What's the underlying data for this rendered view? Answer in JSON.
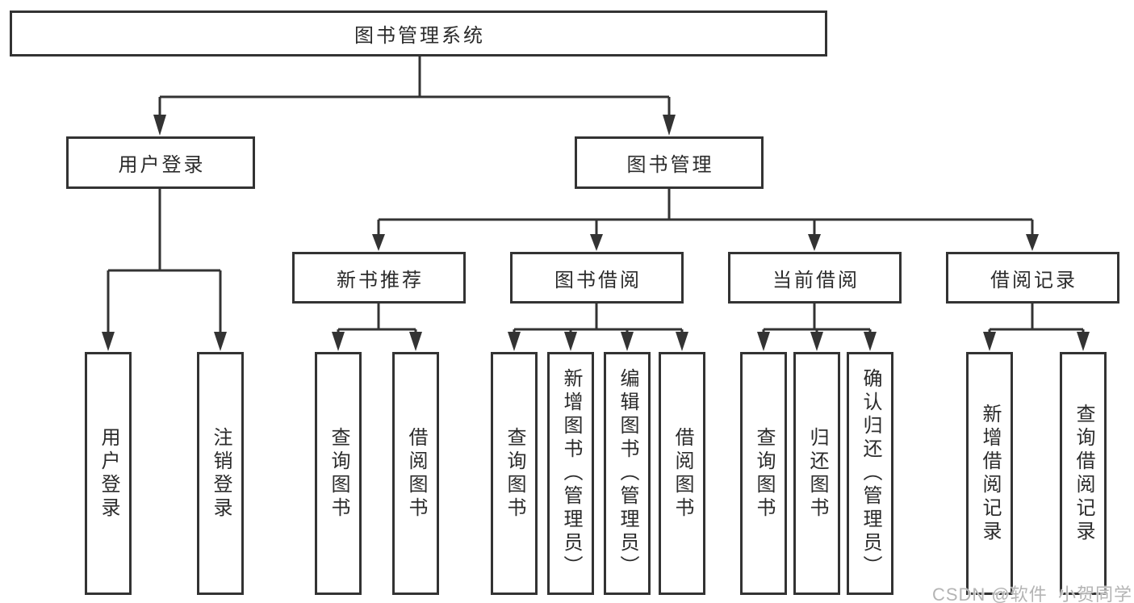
{
  "diagram": {
    "root": {
      "label": "图书管理系统",
      "children": {
        "user_login": {
          "label": "用户登录",
          "children": {
            "login": {
              "label": "用户登录"
            },
            "logout": {
              "label": "注销登录"
            }
          }
        },
        "book_mgmt": {
          "label": "图书管理",
          "children": {
            "new_books": {
              "label": "新书推荐",
              "children": {
                "query": {
                  "label": "查询图书"
                },
                "borrow": {
                  "label": "借阅图书"
                }
              }
            },
            "book_borrow": {
              "label": "图书借阅",
              "children": {
                "query": {
                  "label": "查询图书"
                },
                "add": {
                  "label": "新增图书（管理员）"
                },
                "edit": {
                  "label": "编辑图书（管理员）"
                },
                "borrow": {
                  "label": "借阅图书"
                }
              }
            },
            "current_borrow": {
              "label": "当前借阅",
              "children": {
                "query": {
                  "label": "查询图书"
                },
                "return": {
                  "label": "归还图书"
                },
                "confirm": {
                  "label": "确认归还（管理员）"
                }
              }
            },
            "borrow_records": {
              "label": "借阅记录",
              "children": {
                "add": {
                  "label": "新增借阅记录"
                },
                "query": {
                  "label": "查询借阅记录"
                }
              }
            }
          }
        }
      }
    }
  },
  "watermark": {
    "text": "CSDN @软件_小贺同学"
  },
  "colors": {
    "line": "#333333",
    "text": "#2b2b2b",
    "box_background": "#ffffff",
    "watermark": "#b4b4b4"
  }
}
